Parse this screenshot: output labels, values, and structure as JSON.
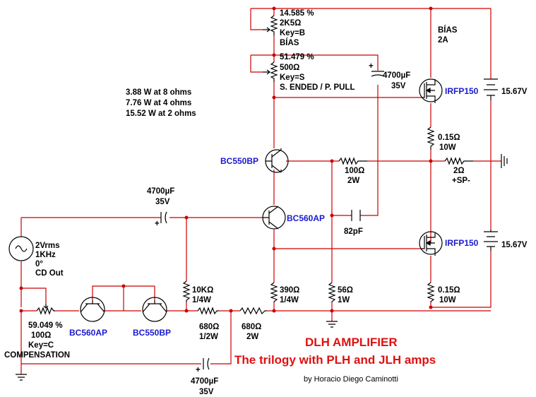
{
  "bias_pot": {
    "percent": "14.585 %",
    "value": "2K5Ω",
    "key": "Key=B",
    "name": "BÍAS"
  },
  "mode_pot": {
    "percent": "51.479 %",
    "value": "500Ω",
    "key": "Key=S",
    "name": "S. ENDED / P. PULL"
  },
  "power_specs": [
    "3.88 W at 8 ohms",
    "7.76 W at 4 ohms",
    "15.52 W at 2 ohms"
  ],
  "cap_top": {
    "value": "4700µF",
    "voltage": "35V"
  },
  "cap_input": {
    "value": "4700µF",
    "voltage": "35V"
  },
  "cap_bottom": {
    "value": "4700µF",
    "voltage": "35V"
  },
  "cap_comp": {
    "value": "82pF"
  },
  "source": {
    "lines": [
      "2Vrms",
      "1KHz",
      "0°",
      "CD Out"
    ]
  },
  "comp_pot": {
    "percent": "59.049 %",
    "value": "100Ω",
    "key": "Key=C",
    "name": "COMPENSATION"
  },
  "transistors": {
    "q1": "BC550BP",
    "q2": "BC560AP",
    "q3": "BC560AP",
    "q4": "BC550BP",
    "m_top": "IRFP150",
    "m_bot": "IRFP150"
  },
  "resistors": {
    "r100": {
      "value": "100Ω",
      "power": "2W"
    },
    "r015_top": {
      "value": "0.15Ω",
      "power": "10W"
    },
    "r015_bot": {
      "value": "0.15Ω",
      "power": "10W"
    },
    "r10k": {
      "value": "10KΩ",
      "power": "1/4W"
    },
    "r390": {
      "value": "390Ω",
      "power": "1/4W"
    },
    "r56": {
      "value": "56Ω",
      "power": "1W"
    },
    "r680a": {
      "value": "680Ω",
      "power": "1/2W"
    },
    "r680b": {
      "value": "680Ω",
      "power": "2W"
    }
  },
  "load": {
    "value": "2Ω",
    "name": "+SP-"
  },
  "bias_source": {
    "name": "BÍAS",
    "value": "2A"
  },
  "battery_top": "15.67V",
  "battery_bot": "15.67V",
  "title": {
    "line1": "DLH AMPLIFIER",
    "line2": "The trilogy with PLH and JLH amps"
  },
  "credit": "by Horacio Diego Caminotti"
}
